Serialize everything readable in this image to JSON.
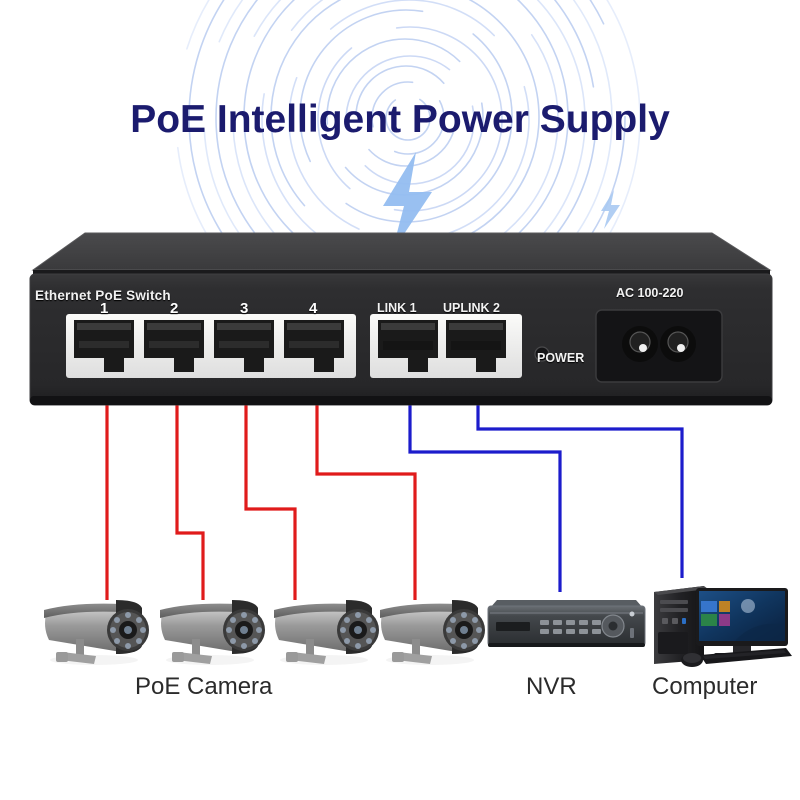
{
  "page": {
    "title": "PoE Intelligent Power Supply",
    "title_color": "#1b1b6e",
    "background_color": "#ffffff",
    "accent_ripple_color": "#c3d3f2",
    "bolt_color": "#93bdf0"
  },
  "switch": {
    "model_label": "Ethernet PoE Switch",
    "body_color": "#2b2b2d",
    "port_face_color": "#f2f2f0",
    "ports": [
      {
        "id": "port-1",
        "number": "1",
        "type": "poe",
        "cable": "red"
      },
      {
        "id": "port-2",
        "number": "2",
        "type": "poe",
        "cable": "red"
      },
      {
        "id": "port-3",
        "number": "3",
        "type": "poe",
        "cable": "red"
      },
      {
        "id": "port-4",
        "number": "4",
        "type": "poe",
        "cable": "red"
      }
    ],
    "uplink_ports": [
      {
        "id": "link-1",
        "label": "LINK 1",
        "cable": "blue"
      },
      {
        "id": "uplink-2",
        "label": "UPLINK 2",
        "cable": "blue"
      }
    ],
    "power_led_label": "POWER",
    "ac_label": "AC 100-220"
  },
  "cables": {
    "poe_color": "#e01b1b",
    "data_color": "#1c1ccc"
  },
  "devices": {
    "camera_caption": "PoE Camera",
    "nvr_caption": "NVR",
    "computer_caption": "Computer",
    "camera_count": 4
  }
}
